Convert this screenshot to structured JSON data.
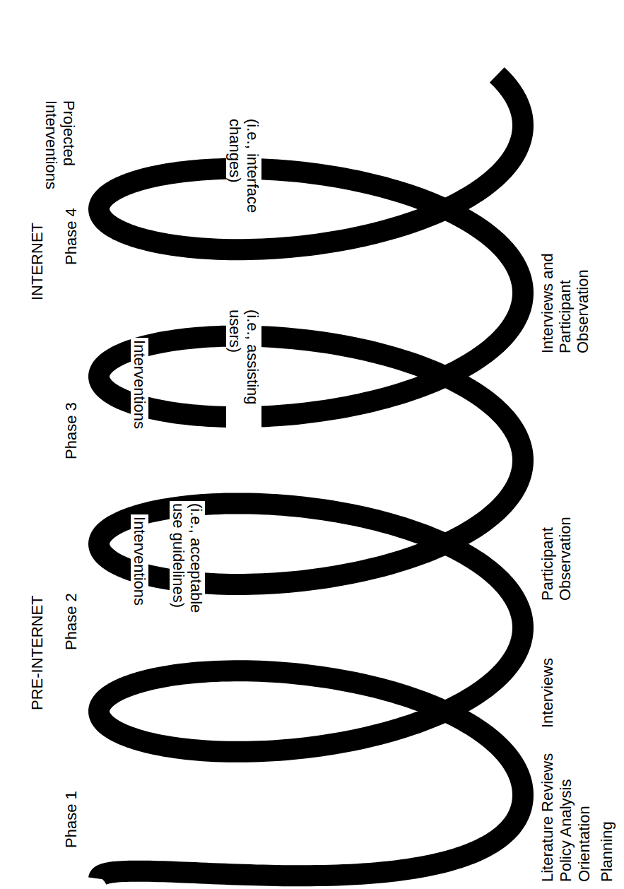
{
  "diagram": {
    "labels": [
      "PRE-INTERNET",
      "INTERNET",
      "Phase 1",
      "Phase 2",
      "Phase 3",
      "Phase 4",
      "Interventions",
      "(i.e., acceptable use guidelines)",
      "Interventions",
      "(i.e., assisting users)",
      "Projected Interventions",
      "(i.e., interface changes)",
      "Literature Reviews",
      "Policy Analysis",
      "Orientation",
      "Planning",
      "Interviews",
      "Participant Observation",
      "Interviews and Participant Observation"
    ]
  }
}
